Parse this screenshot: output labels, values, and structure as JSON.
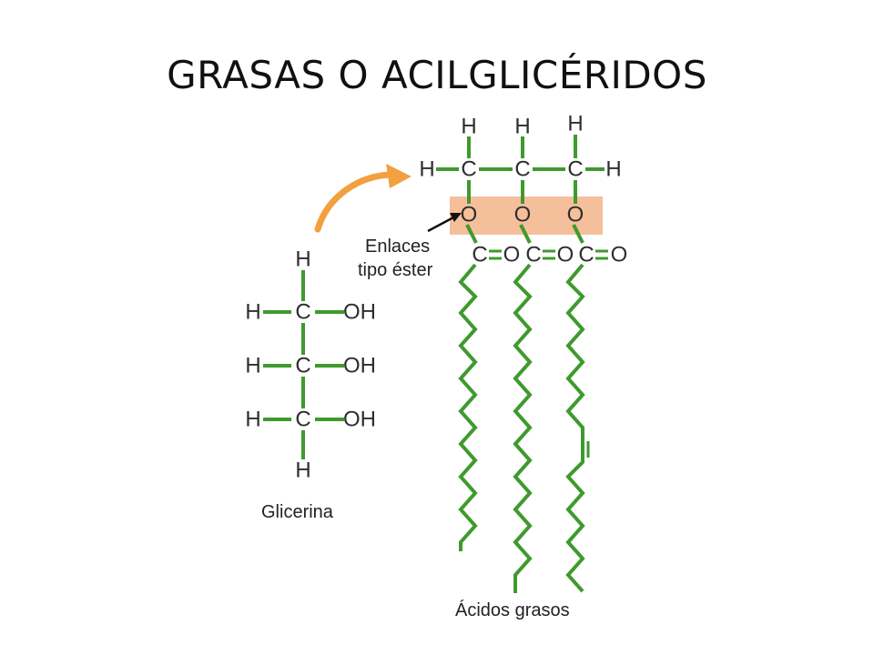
{
  "slide": {
    "title": "GRASAS O ACILGLICÉRIDOS"
  },
  "colors": {
    "bond": "#3f9a2d",
    "atom_text": "#2e2e2e",
    "highlight": "#f6bf9c",
    "arrow": "#f2a040"
  },
  "atoms": {
    "carbon": "C",
    "hydrogen": "H",
    "oxygen": "O",
    "hydroxyl": "OH"
  },
  "labels": {
    "glycerol": "Glicerina",
    "ester_line1": "Enlaces",
    "ester_line2": "tipo éster",
    "fatty_acids": "Ácidos grasos"
  },
  "icons": {
    "reaction_arrow": "curved-arrow-icon",
    "pointer_arrow": "pointer-arrow-icon"
  }
}
